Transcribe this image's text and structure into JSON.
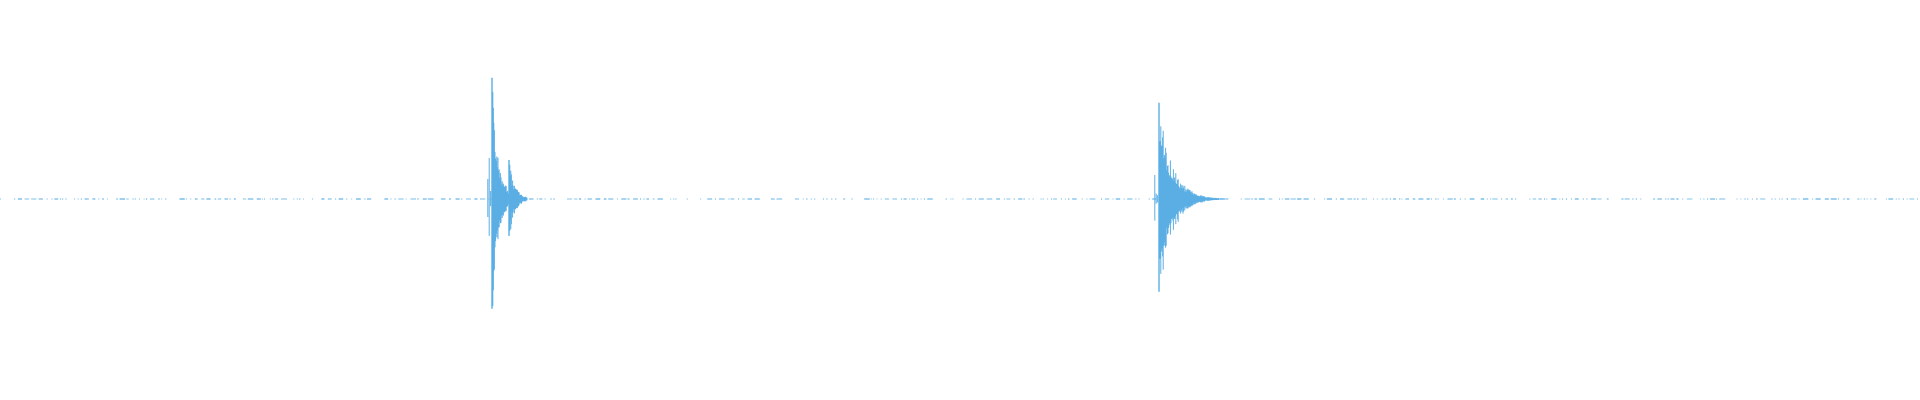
{
  "waveform": {
    "color": "#5aaee4",
    "background": "#ffffff",
    "transients": [
      {
        "name": "transient-1",
        "peak": 0.84,
        "decay": "fast"
      },
      {
        "name": "transient-1-echo",
        "peak": 0.28,
        "decay": "fast"
      },
      {
        "name": "transient-2",
        "peak": 0.67,
        "decay": "slow"
      }
    ]
  }
}
